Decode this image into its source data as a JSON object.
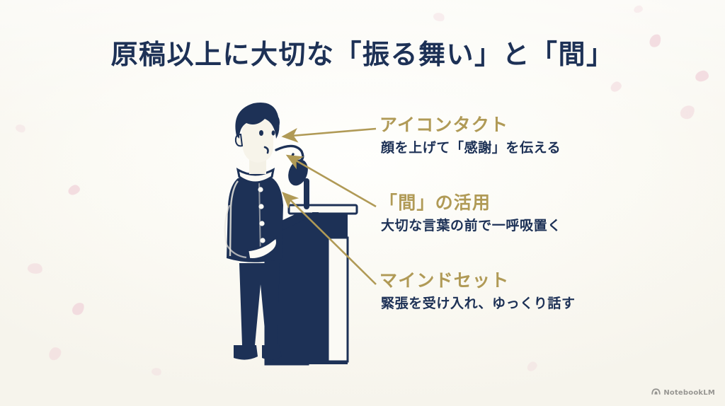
{
  "slide": {
    "title": "原稿以上に大切な「振る舞い」と「間」",
    "background_color": "#fbfaf5",
    "navy_color": "#1d3156",
    "gold_color": "#b09a56",
    "petal_color": "#f1d3da"
  },
  "annotations": [
    {
      "heading": "アイコンタクト",
      "detail": "顔を上げて「感謝」を伝える",
      "target": "head"
    },
    {
      "heading": "「間」の活用",
      "detail": "大切な言葉の前で一呼吸置く",
      "target": "mouth"
    },
    {
      "heading": "マインドセット",
      "detail": "緊張を受け入れ、ゆっくり話す",
      "target": "chest"
    }
  ],
  "illustration": {
    "name": "student-at-podium",
    "description": "紺色の学生服を着た生徒が演台のマイクの前に立っている",
    "elements": [
      "student",
      "gakuran-uniform",
      "podium",
      "microphone",
      "breath-swirl"
    ]
  },
  "watermark": {
    "label": "NotebookLM",
    "icon": "notebooklm-icon"
  }
}
